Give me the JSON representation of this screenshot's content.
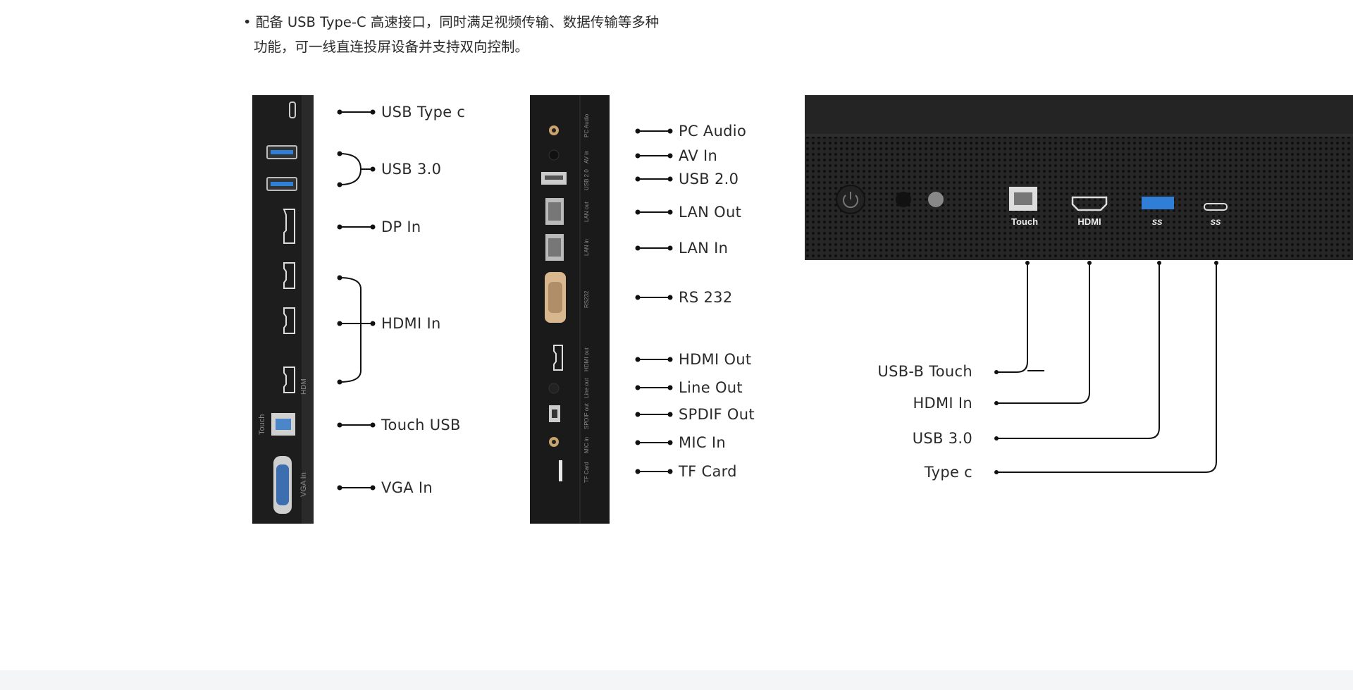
{
  "intro": {
    "line1": "• 配备 USB Type-C 高速接口，同时满足视频传输、数据传输等多种",
    "line2": "功能，可一线直连投屏设备并支持双向控制。"
  },
  "left_panel": {
    "labels": [
      "USB Type c",
      "USB 3.0",
      "DP In",
      "HDMI In",
      "Touch USB",
      "VGA In"
    ],
    "side_text": {
      "touch": "Touch",
      "vga": "VGA In",
      "hdmi": "HDM"
    }
  },
  "middle_panel": {
    "labels": [
      "PC Audio",
      "AV In",
      "USB 2.0",
      "LAN Out",
      "LAN In",
      "RS 232",
      "HDMI Out",
      "Line Out",
      "SPDIF Out",
      "MIC In",
      "TF Card"
    ],
    "port_text": [
      "PC Audio",
      "AV in",
      "USB 2.0",
      "LAN out",
      "LAN in",
      "RS232",
      "HDMI out",
      "Line out",
      "SPDIF out",
      "MIC in",
      "TF Card"
    ]
  },
  "right_panel": {
    "port_text": [
      "Touch",
      "HDMI",
      "SS",
      "SS"
    ],
    "labels": [
      "USB-B Touch",
      "HDMI In",
      "USB 3.0",
      "Type c"
    ]
  },
  "colors": {
    "panel": "#1d1d1d",
    "line": "#111111",
    "usb3_blue": "#2f7fd6",
    "footer": "#f4f5f7"
  }
}
